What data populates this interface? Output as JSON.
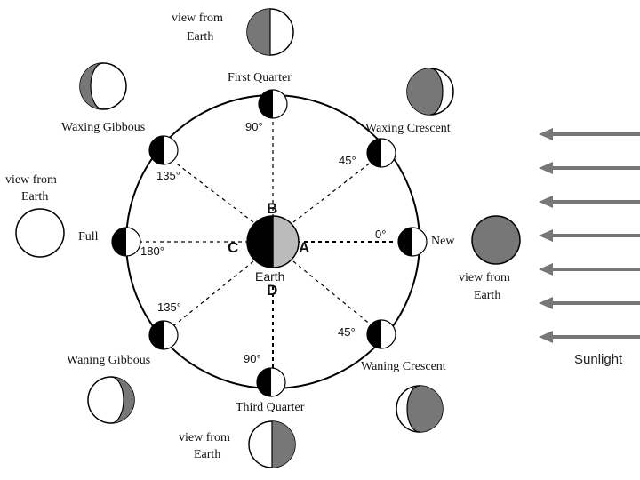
{
  "phases": {
    "new": "New",
    "waxing_crescent": "Waxing Crescent",
    "first_quarter": "First Quarter",
    "waxing_gibbous": "Waxing Gibbous",
    "full": "Full",
    "waning_gibbous": "Waning Gibbous",
    "third_quarter": "Third Quarter",
    "waning_crescent": "Waning Crescent"
  },
  "angles": {
    "new": "0°",
    "waxing_crescent": "45°",
    "first_quarter": "90°",
    "waxing_gibbous": "135°",
    "full": "180°",
    "waning_gibbous": "135°",
    "third_quarter": "90°",
    "waning_crescent": "45°"
  },
  "view_label": [
    "view from",
    "Earth"
  ],
  "view_label_left": [
    "view from",
    "Earth"
  ],
  "earth": {
    "label": "Earth",
    "a": "A",
    "b": "B",
    "c": "C",
    "d": "D"
  },
  "sunlight": {
    "label": "Sunlight",
    "arrow_count": 7
  },
  "colors": {
    "moon_shadow": "#000000",
    "view_shade": "#777777",
    "earth_lit": "#bbbbbb",
    "sun_arrow": "#777777",
    "line": "#000000"
  }
}
